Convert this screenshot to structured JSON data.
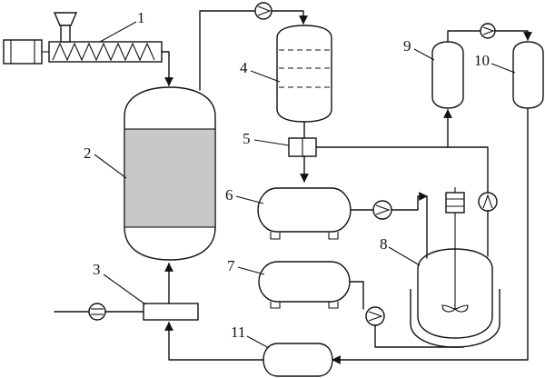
{
  "labels": {
    "screw_feeder": "1",
    "reactor": "2",
    "heater": "3",
    "condenser_column": "4",
    "splitter": "5",
    "tank_upper": "6",
    "tank_lower": "7",
    "stirred_reactor": "8",
    "gas_tank_left": "9",
    "gas_tank_right": "10",
    "collector": "11"
  }
}
